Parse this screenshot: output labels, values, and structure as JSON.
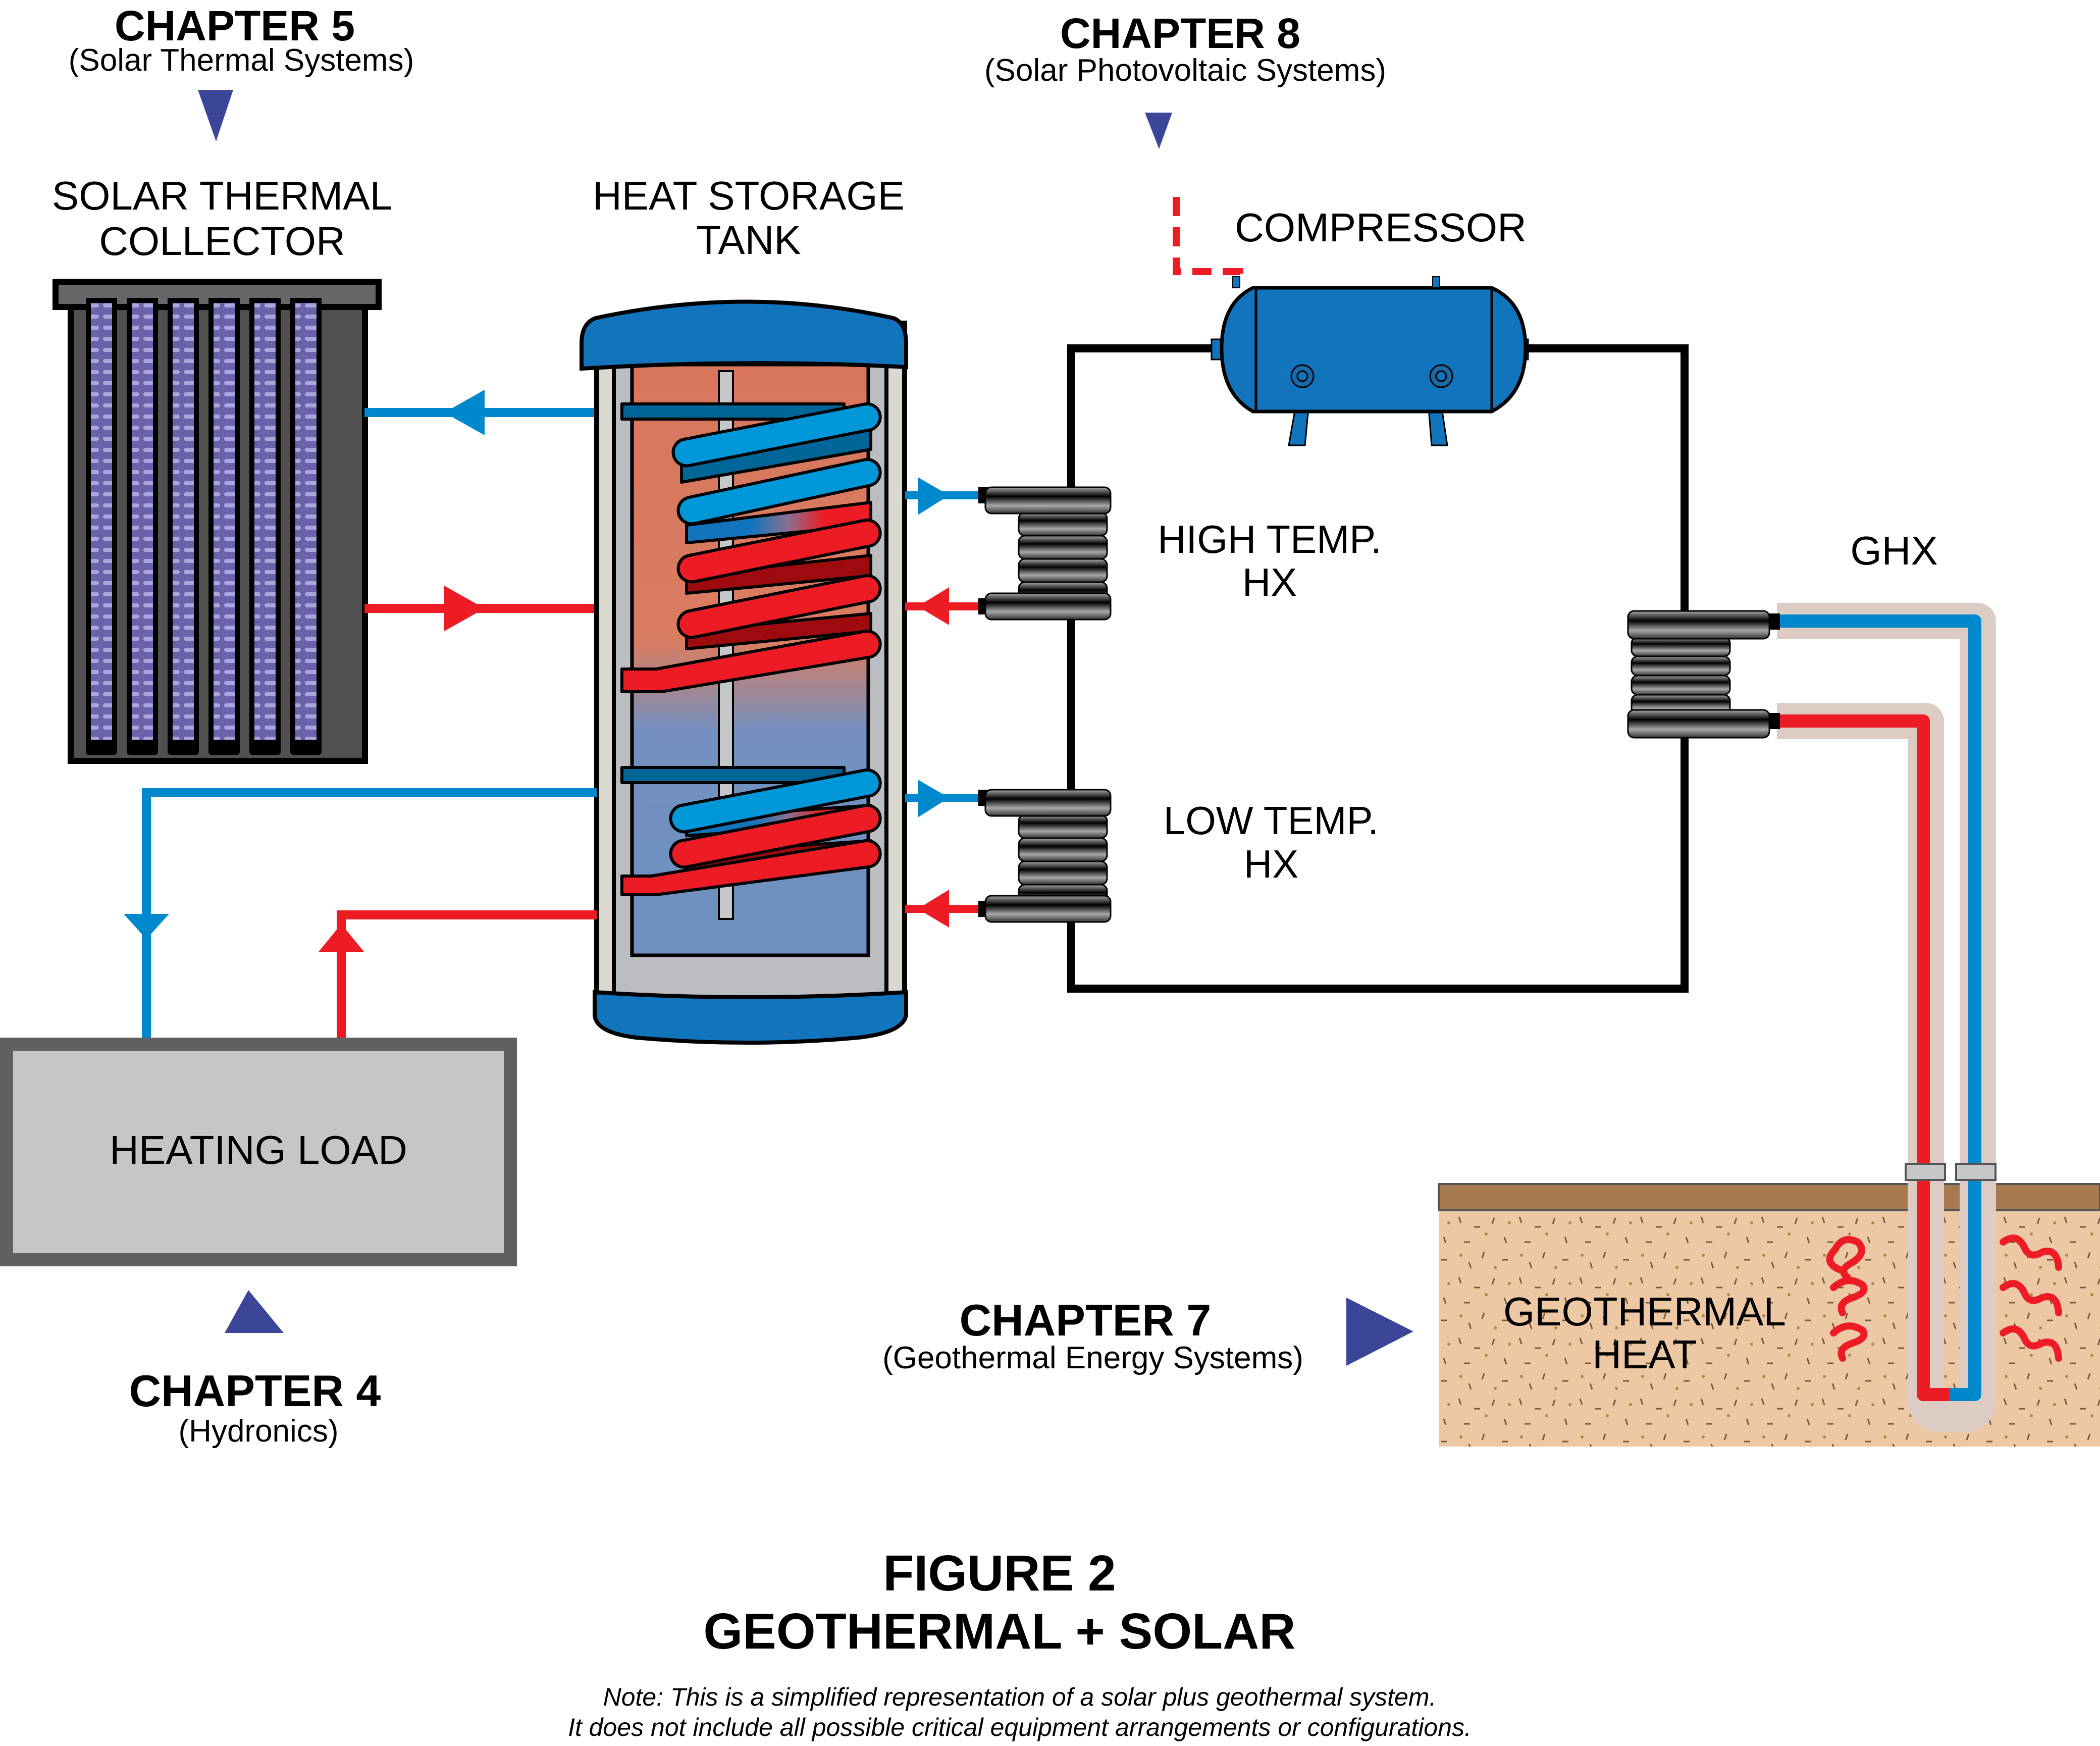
{
  "figure": {
    "title_line1": "FIGURE 2",
    "title_line2": "GEOTHERMAL + SOLAR",
    "note_line1": "Note: This is a simplified representation of a solar  plus geothermal system.",
    "note_line2": "It does not include all possible critical equipment arrangements or configurations."
  },
  "chapters": {
    "ch5": {
      "title": "CHAPTER 5",
      "subtitle": "(Solar Thermal Systems)"
    },
    "ch8": {
      "title": "CHAPTER 8",
      "subtitle": "(Solar Photovoltaic Systems)"
    },
    "ch4": {
      "title": "CHAPTER 4",
      "subtitle": "(Hydronics)"
    },
    "ch7": {
      "title": "CHAPTER 7",
      "subtitle": "(Geothermal Energy Systems)"
    }
  },
  "components": {
    "collector": {
      "line1": "SOLAR THERMAL",
      "line2": "COLLECTOR"
    },
    "tank": {
      "line1": "HEAT STORAGE",
      "line2": "TANK"
    },
    "compressor": {
      "label": "COMPRESSOR"
    },
    "high_hx": {
      "line1": "HIGH TEMP.",
      "line2": "HX"
    },
    "low_hx": {
      "line1": "LOW TEMP.",
      "line2": "HX"
    },
    "ghx": {
      "label": "GHX"
    },
    "heating_load": {
      "label": "HEATING LOAD"
    },
    "geothermal": {
      "line1": "GEOTHERMAL",
      "line2": "HEAT"
    }
  },
  "colors": {
    "cold": "#0088cc",
    "hot": "#ed1c24",
    "chapter_marker": "#3c4699",
    "tank_cap": "#1174bc",
    "soil": "#edc8a4",
    "topsoil": "#a77a50"
  }
}
